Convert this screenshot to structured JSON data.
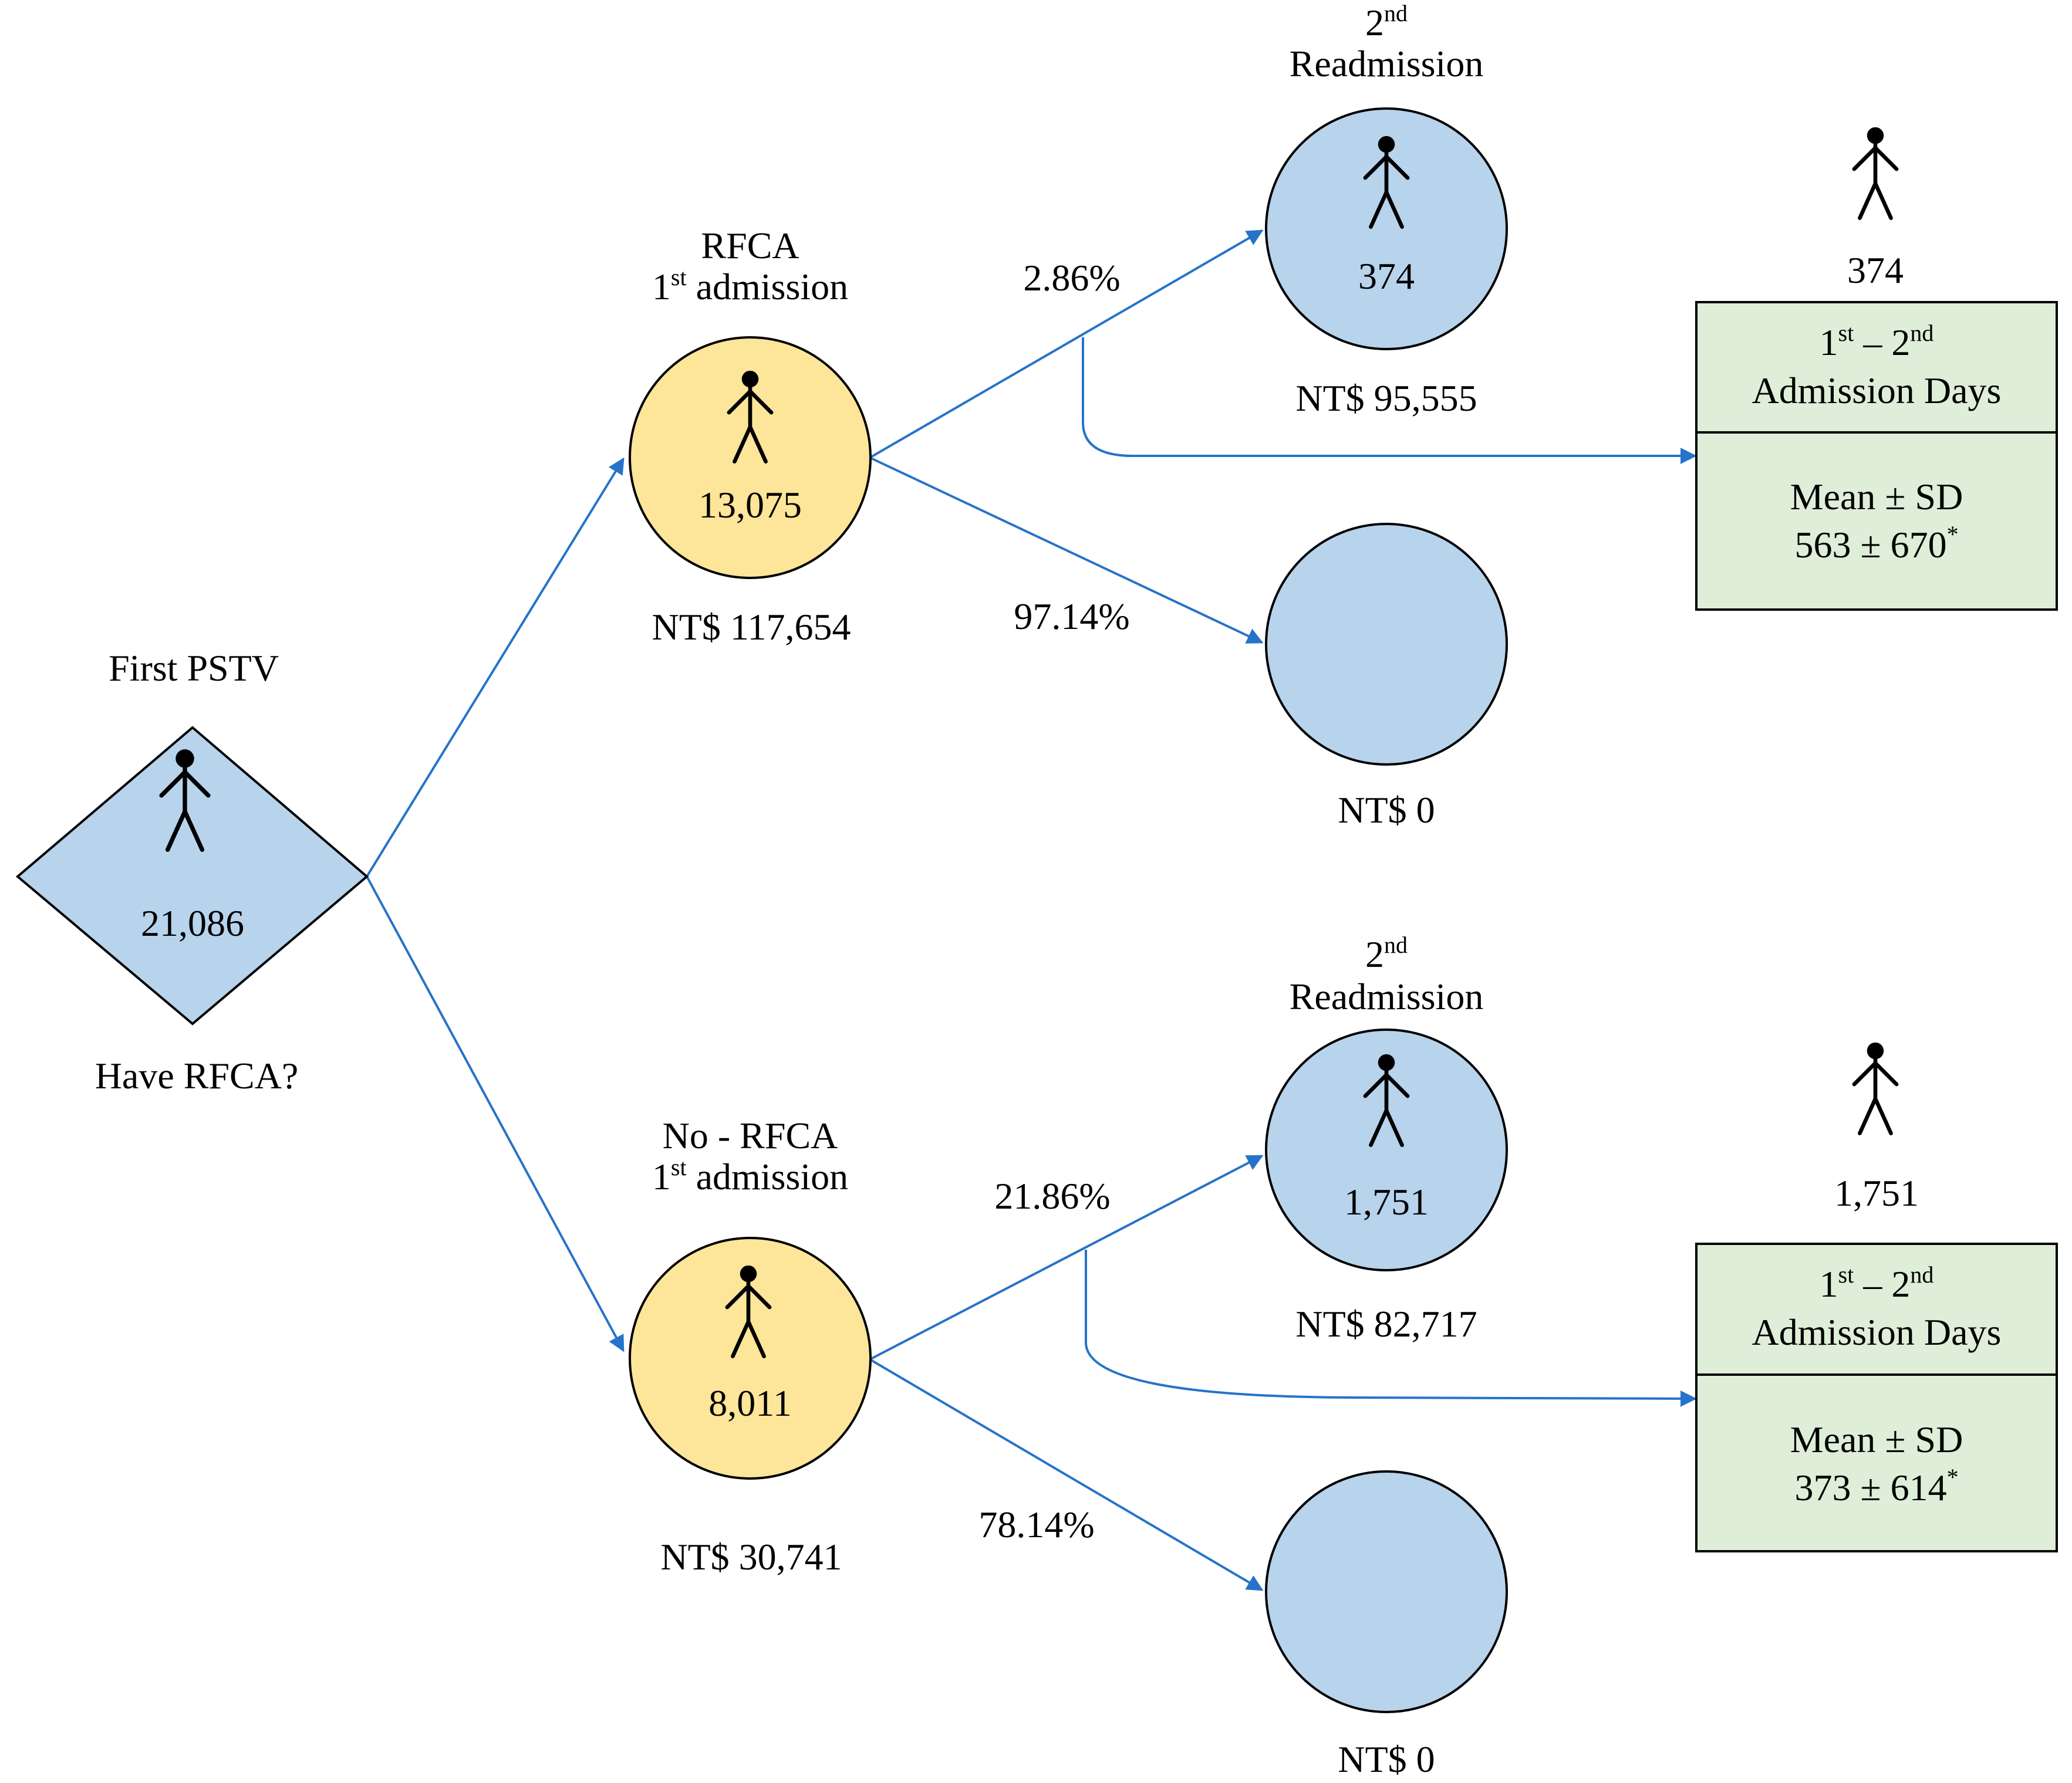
{
  "colors": {
    "node_blue": "#b8d3ec",
    "node_yellow": "#fde599",
    "box_green": "#deeed8",
    "arrow_blue": "#2673c9",
    "outline": "#000000"
  },
  "icons": {
    "person": "stick-figure-person-icon"
  },
  "root": {
    "title": "First PSTV",
    "count": "21,086",
    "question": "Have RFCA?"
  },
  "branches": [
    {
      "title_line1": "RFCA",
      "title_line2_num": "1",
      "title_line2_sup": "st",
      "title_line2_rest": " admission",
      "count": "13,075",
      "cost": "NT$ 117,654",
      "readmit": {
        "pct": "2.86%",
        "title_num": "2",
        "title_sup": "nd",
        "title_line2": "Readmission",
        "count": "374",
        "cost": "NT$ 95,555"
      },
      "no_readmit": {
        "pct": "97.14%",
        "cost": "NT$ 0"
      },
      "summary": {
        "count": "374",
        "header_a": "1",
        "header_a_sup": "st",
        "header_dash": " – ",
        "header_b": "2",
        "header_b_sup": "nd",
        "header_line2": "Admission Days",
        "stat_label": "Mean ± SD",
        "stat_value": "563 ± 670",
        "stat_mark": "*"
      }
    },
    {
      "title_line1": "No - RFCA",
      "title_line2_num": "1",
      "title_line2_sup": "st",
      "title_line2_rest": " admission",
      "count": "8,011",
      "cost": "NT$ 30,741",
      "readmit": {
        "pct": "21.86%",
        "title_num": "2",
        "title_sup": "nd",
        "title_line2": "Readmission",
        "count": "1,751",
        "cost": "NT$ 82,717"
      },
      "no_readmit": {
        "pct": "78.14%",
        "cost": "NT$ 0"
      },
      "summary": {
        "count": "1,751",
        "header_a": "1",
        "header_a_sup": "st",
        "header_dash": " – ",
        "header_b": "2",
        "header_b_sup": "nd",
        "header_line2": "Admission Days",
        "stat_label": "Mean ± SD",
        "stat_value": "373 ± 614",
        "stat_mark": "*"
      }
    }
  ]
}
